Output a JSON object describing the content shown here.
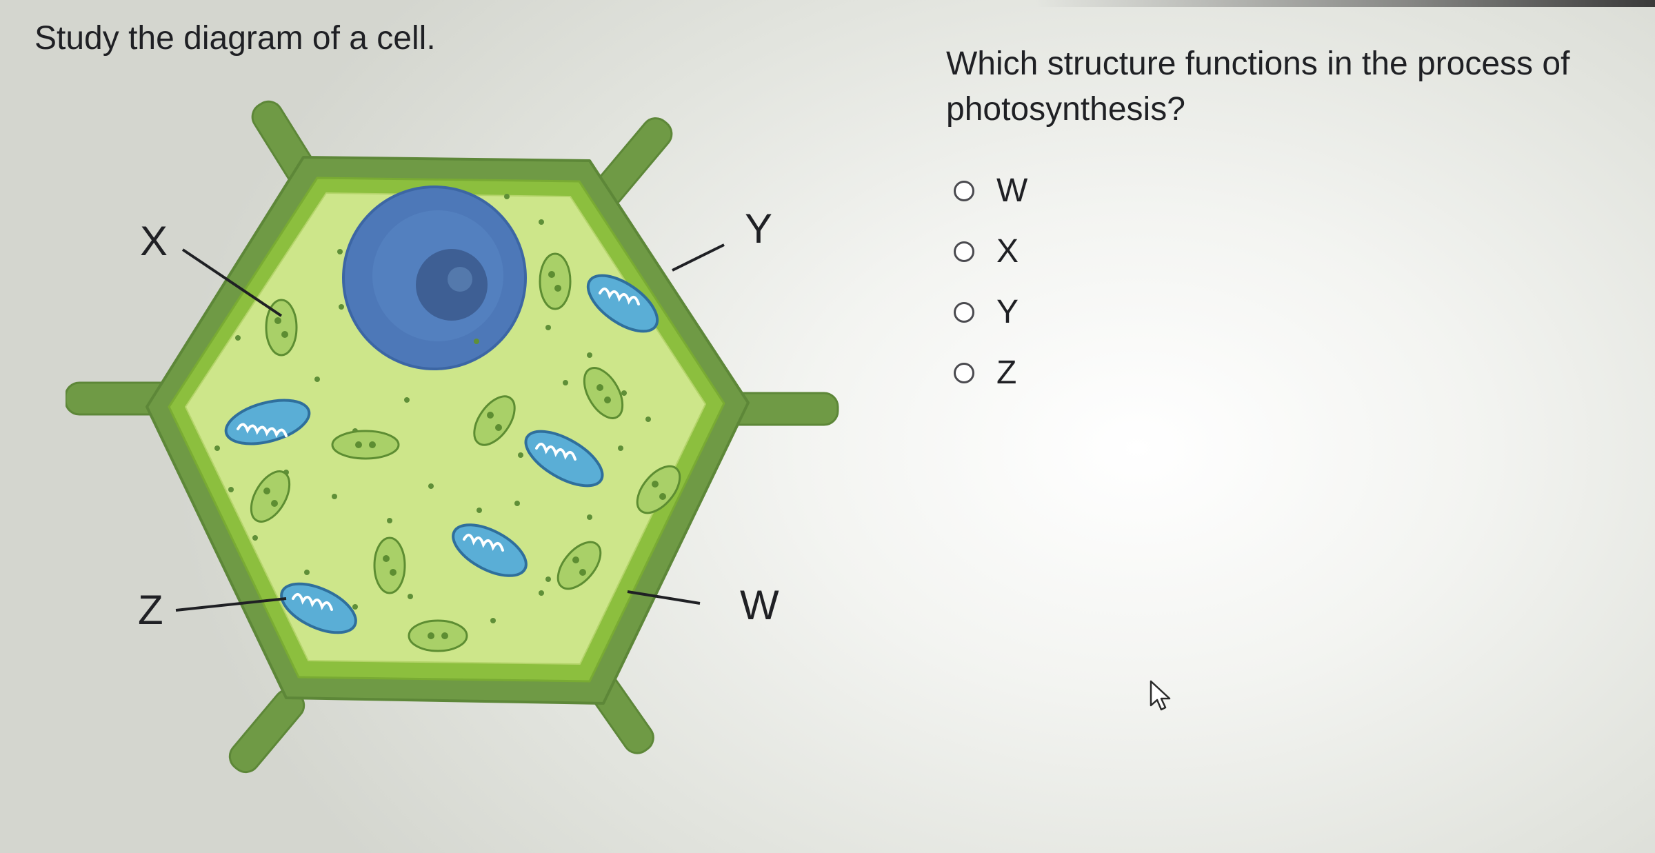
{
  "question": {
    "stem": "Study the diagram of a cell.",
    "prompt": "Which structure functions in the process of photosynthesis?",
    "options": [
      {
        "label": "W",
        "selected": false
      },
      {
        "label": "X",
        "selected": false
      },
      {
        "label": "Y",
        "selected": false
      },
      {
        "label": "Z",
        "selected": false
      }
    ]
  },
  "diagram": {
    "labels": {
      "x": "X",
      "y": "Y",
      "z": "Z",
      "w": "W"
    },
    "colors": {
      "cell_wall": "#6f9a45",
      "membrane": "#8cbf3e",
      "cytoplasm": "#cde68a",
      "nucleus": "#4d78b8",
      "nucleolus": "#3e5f94",
      "mitochondrion": "#5aaed6",
      "chloroplast": "#a9d068"
    }
  },
  "icons": {
    "cursor": "pointer-cursor-icon",
    "radio": "radio-button-icon"
  }
}
